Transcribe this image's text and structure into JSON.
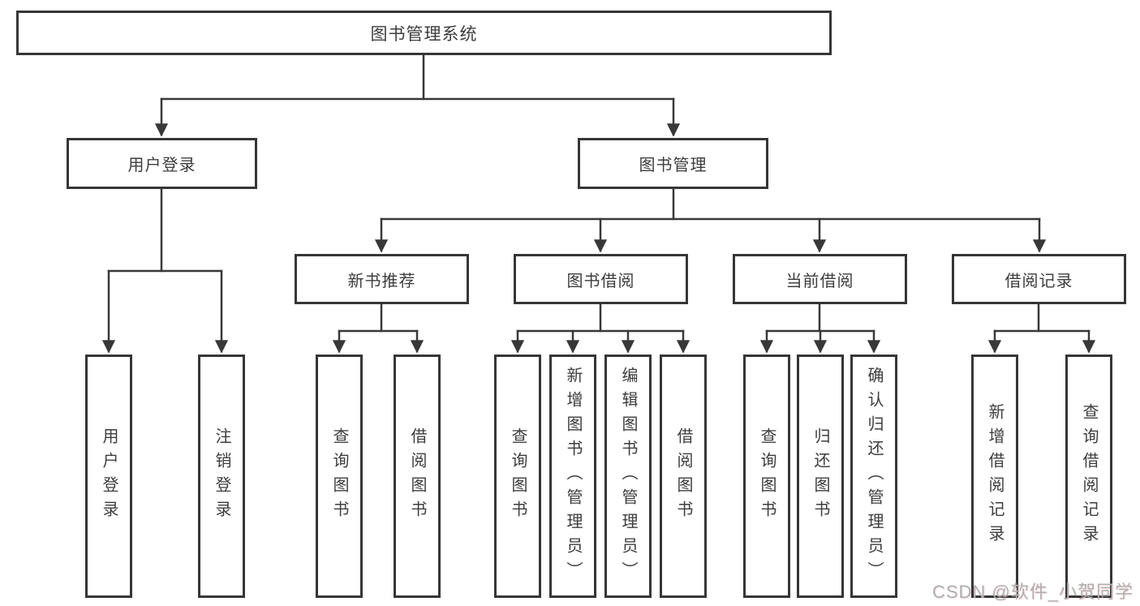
{
  "diagram_title": "图书管理系统",
  "colors": {
    "line": "#383838",
    "box_border": "#363636",
    "box_fill": "#ffffff",
    "text": "#3d3d3d",
    "watermark": "#b0b0b0"
  },
  "tree": {
    "root": {
      "label": "图书管理系统"
    },
    "level1": [
      {
        "label": "用户登录",
        "children": [
          {
            "label": "用户登录"
          },
          {
            "label": "注销登录"
          }
        ]
      },
      {
        "label": "图书管理",
        "children": [
          {
            "label": "新书推荐",
            "children": [
              {
                "label": "查询图书"
              },
              {
                "label": "借阅图书"
              }
            ]
          },
          {
            "label": "图书借阅",
            "children": [
              {
                "label": "查询图书"
              },
              {
                "label": "新增图书（管理员）"
              },
              {
                "label": "编辑图书（管理员）"
              },
              {
                "label": "借阅图书"
              }
            ]
          },
          {
            "label": "当前借阅",
            "children": [
              {
                "label": "查询图书"
              },
              {
                "label": "归还图书"
              },
              {
                "label": "确认归还（管理员）"
              }
            ]
          },
          {
            "label": "借阅记录",
            "children": [
              {
                "label": "新增借阅记录"
              },
              {
                "label": "查询借阅记录"
              }
            ]
          }
        ]
      }
    ]
  },
  "watermark": {
    "text": "CSDN @软件_小贺同学"
  }
}
